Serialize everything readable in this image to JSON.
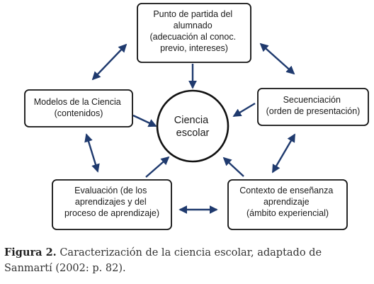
{
  "diagram": {
    "center": {
      "lines": [
        "Ciencia",
        "escolar"
      ]
    },
    "nodes": {
      "top": {
        "lines": [
          "Punto de partida del",
          "alumnado",
          "(adecuación al conoc.",
          "previo, intereses)"
        ]
      },
      "left": {
        "lines": [
          "Modelos de la Ciencia",
          "(contenidos)"
        ]
      },
      "right": {
        "lines": [
          "Secuenciación",
          "(orden de presentación)"
        ]
      },
      "bottom_left": {
        "lines": [
          "Evaluación (de los",
          "aprendizajes y del",
          "proceso de aprendizaje)"
        ]
      },
      "bottom_right": {
        "lines": [
          "Contexto de enseñanza",
          "aprendizaje",
          "(ámbito experiencial)"
        ]
      }
    },
    "colors": {
      "arrow": "#1f3a6e",
      "border": "#111111"
    }
  },
  "caption": {
    "label": "Figura 2.",
    "text": " Caracterización de la ciencia escolar, adaptado de Sanmartí (2002: p. 82)."
  }
}
